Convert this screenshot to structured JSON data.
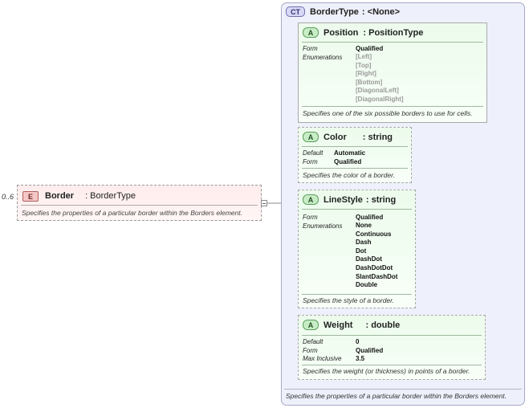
{
  "element": {
    "occurs": "0..6",
    "badge": "E",
    "name": "Border",
    "type": ": BorderType",
    "description": "Specifies the properties of a particular border within the Borders element."
  },
  "complex_type": {
    "badge": "CT",
    "name": "BorderType",
    "base": ": <None>",
    "description": "Specifies the properties of a particular border within the Borders element."
  },
  "attributes": [
    {
      "badge": "A",
      "name": "Position",
      "type": ": PositionType",
      "form_label": "Form",
      "form_value": "Qualified",
      "enum_label": "Enumerations",
      "enumerations": [
        "[Left]",
        "[Top]",
        "[Right]",
        "[Bottom]",
        "[DiagonalLeft]",
        "[DiagonalRight]"
      ],
      "description": "Specifies one of the six possible borders to use for cells."
    },
    {
      "badge": "A",
      "name": "Color",
      "type": ": string",
      "default_label": "Default",
      "default_value": "Automatic",
      "form_label": "Form",
      "form_value": "Qualified",
      "description": "Specifies the color of a border."
    },
    {
      "badge": "A",
      "name": "LineStyle",
      "type": ": string",
      "form_label": "Form",
      "form_value": "Qualified",
      "enum_label": "Enumerations",
      "enumerations": [
        "None",
        "Continuous",
        "Dash",
        "Dot",
        "DashDot",
        "DashDotDot",
        "SlantDashDot",
        "Double"
      ],
      "description": "Specifies the style of a border."
    },
    {
      "badge": "A",
      "name": "Weight",
      "type": ": double",
      "default_label": "Default",
      "default_value": "0",
      "form_label": "Form",
      "form_value": "Qualified",
      "max_label": "Max Inclusive",
      "max_value": "3.5",
      "description": "Specifies the weight (or thickness) in points of a border."
    }
  ]
}
